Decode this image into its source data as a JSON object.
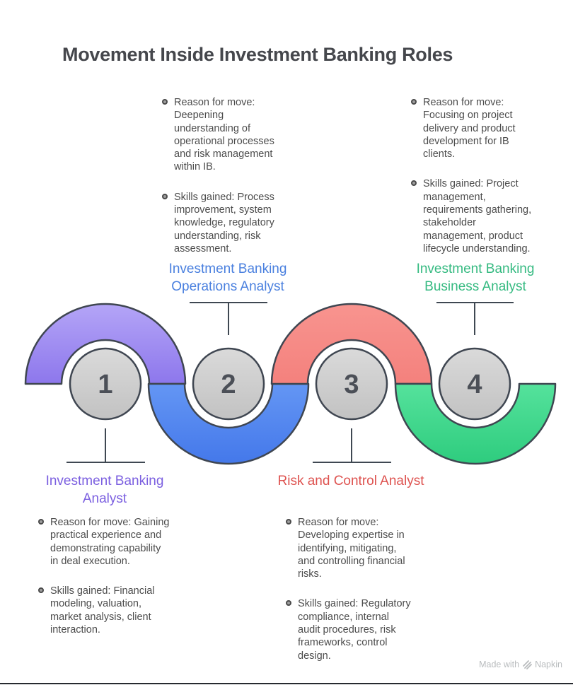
{
  "title": "Movement Inside Investment Banking Roles",
  "steps": [
    {
      "number": "1",
      "title": "Investment Banking Analyst",
      "color": "#7B5FE0",
      "bullets": [
        "Reason for move: Gaining practical experience and demonstrating capability in deal execution.",
        "Skills gained: Financial modeling, valuation, market analysis, client interaction."
      ]
    },
    {
      "number": "2",
      "title": "Investment Banking Operations Analyst",
      "color": "#4A80DF",
      "bullets": [
        "Reason for move: Deepening understanding of operational processes and risk management within IB.",
        "Skills gained: Process improvement, system knowledge, regulatory understanding, risk assessment."
      ]
    },
    {
      "number": "3",
      "title": "Risk and Control Analyst",
      "color": "#DE5350",
      "bullets": [
        "Reason for move: Developing expertise in identifying, mitigating, and controlling financial risks.",
        "Skills gained: Regulatory compliance, internal audit procedures, risk frameworks, control design."
      ]
    },
    {
      "number": "4",
      "title": "Investment Banking Business Analyst",
      "color": "#35BA81",
      "bullets": [
        "Reason for move: Focusing on project delivery and product development for IB clients.",
        "Skills gained: Project management, requirements gathering, stakeholder management, product lifecycle understanding."
      ]
    }
  ],
  "wave": {
    "outline_color": "#3F4651",
    "connector_color": "#3F4852",
    "number_color": "#4B4F57",
    "circle_fill_top": "#DADADA",
    "circle_fill_bottom": "#C2C2C2",
    "purple_top": "#B4A5F7",
    "purple_bottom": "#8D77EC",
    "blue_top": "#6496F4",
    "blue_bottom": "#4478EA",
    "red_top": "#F8948F",
    "red_bottom": "#F4817D",
    "green_top": "#55E29C",
    "green_bottom": "#2ECC7E"
  },
  "footer": {
    "made_with": "Made with",
    "brand": "Napkin"
  }
}
